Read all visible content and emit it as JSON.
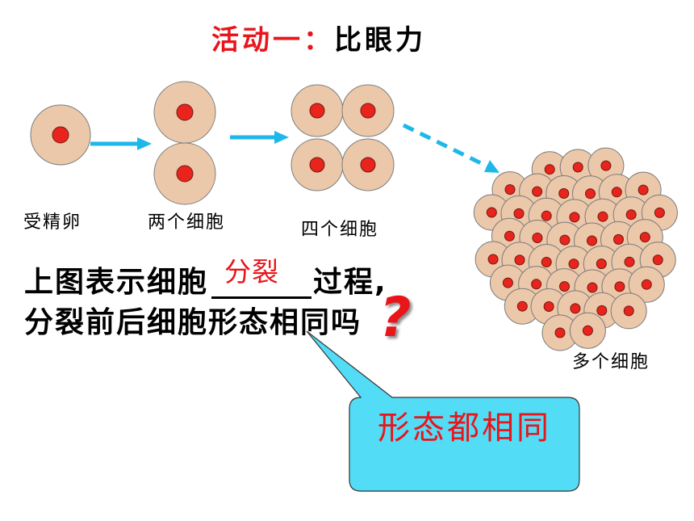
{
  "title": {
    "prefix": "活动一：",
    "main": "比眼力"
  },
  "stages": {
    "fertilized_egg": "受精卵",
    "two_cells": "两个细胞",
    "four_cells": "四个细胞",
    "many_cells": "多个细胞"
  },
  "question": {
    "line1_start": "上图表示细胞",
    "blank_answer": "分裂",
    "line1_end": "过程,",
    "line2": "分裂前后细胞形态相同吗",
    "mark": "?"
  },
  "callout": {
    "text": "形态都相同"
  },
  "colors": {
    "accent_red": "#e8151b",
    "arrow": "#1eb7ea",
    "cell_fill": "#ecc8aa",
    "cell_outline": "#7d7d7d",
    "nucleus": "#e8241c",
    "callout_fill": "#53dcf5"
  }
}
